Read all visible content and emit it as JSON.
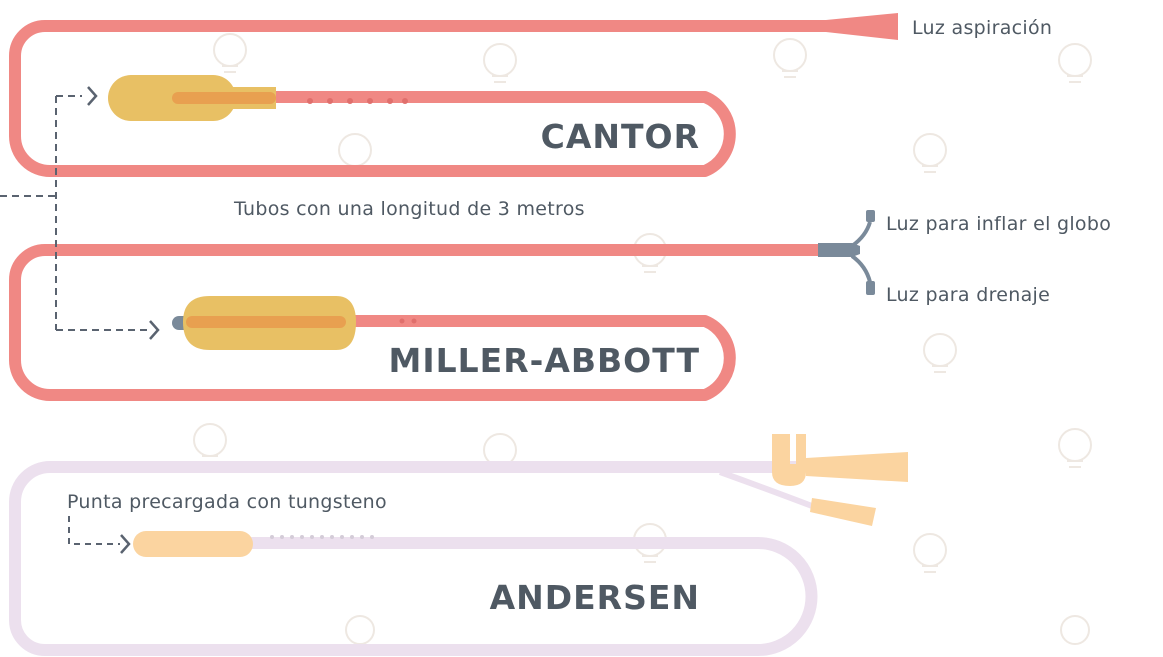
{
  "tubes": {
    "cantor": {
      "name": "CANTOR",
      "lumen_label": "Luz aspiración"
    },
    "length_note": "Tubos con una longitud de 3 metros",
    "miller_abbott": {
      "name": "MILLER-ABBOTT",
      "balloon_lumen_label": "Luz para inflar el globo",
      "drain_lumen_label": "Luz para drenaje"
    },
    "andersen": {
      "name": "ANDERSEN",
      "tip_note": "Punta precargada con tungsteno"
    }
  },
  "colors": {
    "cantor_tube": "#f08884",
    "miller_tube": "#f08884",
    "andersen_tube": "#ece0ee",
    "balloon": "#e8c064",
    "balloon_core": "#e8a050",
    "andersen_tip": "#fbd4a0",
    "connector": "#7a8a9a",
    "text": "#4f5963",
    "arrow": "#5a6370"
  }
}
